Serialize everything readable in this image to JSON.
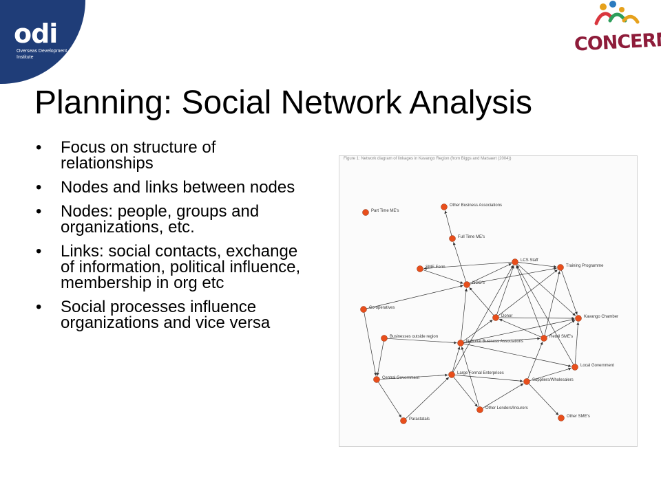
{
  "header": {
    "odi_logo_text": "odi",
    "odi_sub_line1": "Overseas Development",
    "odi_sub_line2": "Institute",
    "concern_logo_text": "CONCERN"
  },
  "slide": {
    "title": "Planning: Social Network Analysis",
    "bullets": [
      "Focus on structure of relationships",
      "Nodes and links between nodes",
      "Nodes: people, groups and organizations, etc.",
      "Links: social contacts, exchange of information, political influence, membership in org etc",
      "Social processes influence organizations and vice versa"
    ]
  },
  "network": {
    "caption": "Figure 1: Network diagram of linkages in Kavango Region (from Biggs and Matsaert (2004))",
    "node_color": "#e84e1b",
    "edge_color": "#333333",
    "nodes": [
      {
        "id": "part_time",
        "label": "Part Time ME's"
      },
      {
        "id": "other_biz",
        "label": "Other Business Associations"
      },
      {
        "id": "full_time",
        "label": "Full Time ME's"
      },
      {
        "id": "lcs",
        "label": "LCS Staff"
      },
      {
        "id": "training",
        "label": "Training Programme"
      },
      {
        "id": "sme_form",
        "label": "SME Form"
      },
      {
        "id": "ngos",
        "label": "NGO's"
      },
      {
        "id": "coops",
        "label": "Co-operatives"
      },
      {
        "id": "donor",
        "label": "Donor"
      },
      {
        "id": "kavango",
        "label": "Kavango Chamber"
      },
      {
        "id": "biz_outside",
        "label": "Businesses outside region"
      },
      {
        "id": "national_biz",
        "label": "National Business Associations"
      },
      {
        "id": "retail",
        "label": "Retail SME's"
      },
      {
        "id": "local_gov",
        "label": "Local Government"
      },
      {
        "id": "central_gov",
        "label": "Central Government"
      },
      {
        "id": "formal",
        "label": "Large Formal Enterprises"
      },
      {
        "id": "suppliers",
        "label": "Suppliers/Wholesalers"
      },
      {
        "id": "lenders",
        "label": "Other Lenders/Insurers"
      },
      {
        "id": "parastatals",
        "label": "Parastatals"
      },
      {
        "id": "other_sme",
        "label": "Other SME's"
      }
    ],
    "edges": [
      [
        "full_time",
        "other_biz"
      ],
      [
        "ngos",
        "full_time"
      ],
      [
        "lcs",
        "sme_form"
      ],
      [
        "sme_form",
        "ngos"
      ],
      [
        "ngos",
        "lcs"
      ],
      [
        "ngos",
        "training"
      ],
      [
        "lcs",
        "training"
      ],
      [
        "coops",
        "ngos"
      ],
      [
        "donor",
        "ngos"
      ],
      [
        "donor",
        "lcs"
      ],
      [
        "donor",
        "training"
      ],
      [
        "donor",
        "kavango"
      ],
      [
        "lcs",
        "kavango"
      ],
      [
        "training",
        "kavango"
      ],
      [
        "retail",
        "lcs"
      ],
      [
        "retail",
        "training"
      ],
      [
        "retail",
        "kavango"
      ],
      [
        "national_biz",
        "donor"
      ],
      [
        "national_biz",
        "kavango"
      ],
      [
        "national_biz",
        "ngos"
      ],
      [
        "national_biz",
        "retail"
      ],
      [
        "biz_outside",
        "national_biz"
      ],
      [
        "coops",
        "central_gov"
      ],
      [
        "central_gov",
        "formal"
      ],
      [
        "formal",
        "national_biz"
      ],
      [
        "formal",
        "lcs"
      ],
      [
        "formal",
        "suppliers"
      ],
      [
        "formal",
        "lenders"
      ],
      [
        "suppliers",
        "retail"
      ],
      [
        "suppliers",
        "local_gov"
      ],
      [
        "suppliers",
        "other_sme"
      ],
      [
        "local_gov",
        "kavango"
      ],
      [
        "local_gov",
        "lcs"
      ],
      [
        "lenders",
        "suppliers"
      ],
      [
        "central_gov",
        "parastatals"
      ],
      [
        "parastatals",
        "formal"
      ],
      [
        "lenders",
        "national_biz"
      ],
      [
        "national_biz",
        "local_gov"
      ],
      [
        "biz_outside",
        "central_gov"
      ],
      [
        "retail",
        "donor"
      ]
    ]
  }
}
